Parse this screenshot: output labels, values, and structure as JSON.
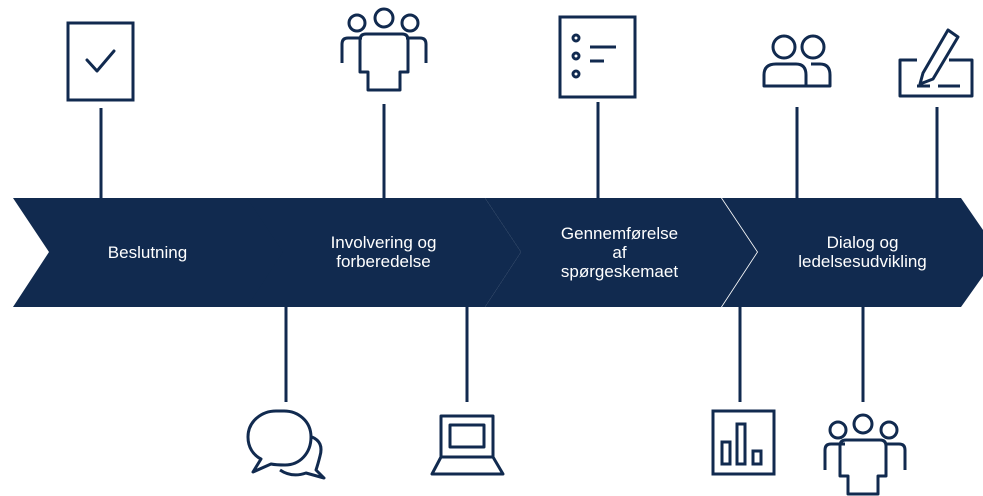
{
  "colors": {
    "primary": "#112a4f",
    "background": "#ffffff"
  },
  "steps": [
    {
      "label": "Beslutning"
    },
    {
      "label": "Involvering og\nforberedelse"
    },
    {
      "label": "Gennemførelse\naf\nspørgeskemaet"
    },
    {
      "label": "Dialog og\nledelsesudvikling"
    }
  ],
  "icons": [
    {
      "name": "checkbox-icon",
      "position": "top",
      "step": 1
    },
    {
      "name": "group-icon",
      "position": "top",
      "step": 2
    },
    {
      "name": "checklist-icon",
      "position": "top",
      "step": 3
    },
    {
      "name": "two-people-icon",
      "position": "top",
      "step": 4
    },
    {
      "name": "signing-icon",
      "position": "top",
      "step": 4
    },
    {
      "name": "chat-bubbles-icon",
      "position": "bottom",
      "step": 1
    },
    {
      "name": "laptop-icon",
      "position": "bottom",
      "step": 2
    },
    {
      "name": "bar-chart-icon",
      "position": "bottom",
      "step": 3
    },
    {
      "name": "group-icon",
      "position": "bottom",
      "step": 4
    }
  ]
}
